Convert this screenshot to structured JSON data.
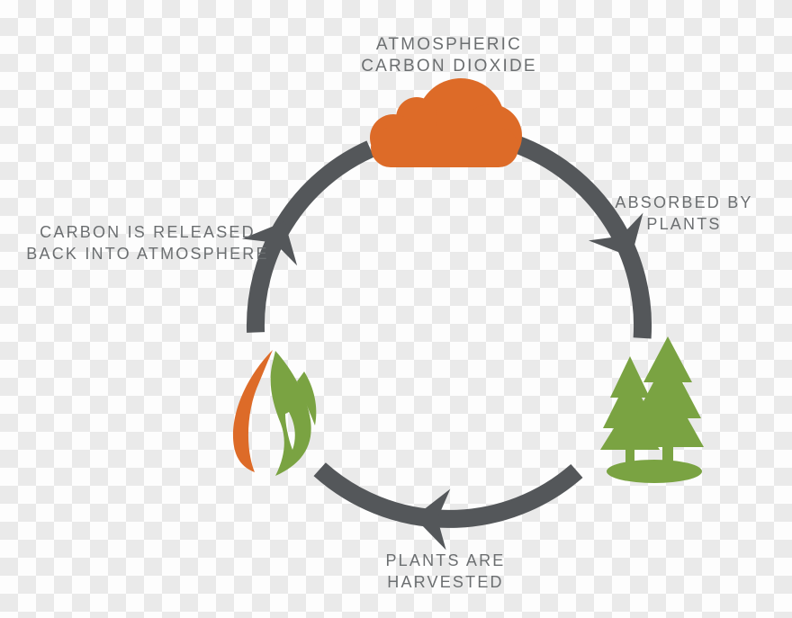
{
  "colors": {
    "orange": "#dd6b28",
    "green": "#7aa342",
    "arrow_gray": "#54575a",
    "text_gray": "#6b6e70",
    "checker_light": "#fdfdfd",
    "checker_dark": "#eaeaea"
  },
  "diagram": {
    "type": "cycle",
    "labels": {
      "atmospheric_co2": {
        "line1": "ATMOSPHERIC",
        "line2": "CARBON DIOXIDE"
      },
      "absorbed_by_plants": {
        "line1": "ABSORBED BY",
        "line2": "PLANTS"
      },
      "plants_harvested": {
        "line1": "PLANTS ARE",
        "line2": "HARVESTED"
      },
      "carbon_released": {
        "line1": "CARBON IS RELEASED",
        "line2": "BACK INTO ATMOSPHERE"
      }
    },
    "icons": [
      "cloud-icon",
      "pine-trees-icon",
      "flame-icon",
      "cycle-arrow-icon"
    ]
  }
}
